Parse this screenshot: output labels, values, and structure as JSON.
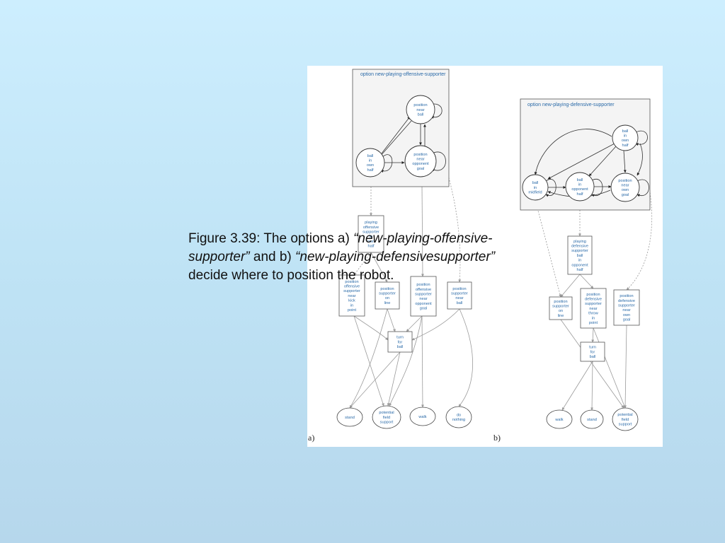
{
  "panel_a": {
    "label": "a)",
    "cluster_title": "option new-playing-offensive-supporter",
    "states": [
      {
        "key": "pos_near_ball",
        "lines": [
          "position",
          "near",
          "ball"
        ]
      },
      {
        "key": "ball_own_half",
        "lines": [
          "ball",
          "in",
          "own",
          "half"
        ]
      },
      {
        "key": "pos_near_opp_goal",
        "lines": [
          "position",
          "near",
          "opponent",
          "goal"
        ]
      }
    ],
    "options": [
      {
        "key": "playing_off_sup",
        "lines": [
          "playing",
          "offensive",
          "supporter",
          "in",
          "own",
          "half"
        ]
      },
      {
        "key": "pos_off_sup_kick",
        "lines": [
          "position",
          "offensive",
          "supporter",
          "near",
          "kick",
          "in",
          "point"
        ]
      },
      {
        "key": "pos_sup_line",
        "lines": [
          "position",
          "supporter",
          "on",
          "line"
        ]
      },
      {
        "key": "pos_off_sup_opp",
        "lines": [
          "position",
          "offensive",
          "supporter",
          "near",
          "opponent",
          "goal"
        ]
      },
      {
        "key": "pos_sup_near_ball",
        "lines": [
          "position",
          "supporter",
          "near",
          "ball"
        ]
      },
      {
        "key": "turn_for_ball",
        "lines": [
          "turn",
          "for",
          "ball"
        ]
      }
    ],
    "actions": [
      {
        "key": "stand",
        "lines": [
          "stand"
        ]
      },
      {
        "key": "pot_field",
        "lines": [
          "potential",
          "field",
          "support"
        ]
      },
      {
        "key": "walk",
        "lines": [
          "walk"
        ]
      },
      {
        "key": "do_nothing",
        "lines": [
          "do",
          "nothing"
        ]
      }
    ]
  },
  "panel_b": {
    "label": "b)",
    "cluster_title": "option new-playing-defensive-supporter",
    "states": [
      {
        "key": "ball_own_half",
        "lines": [
          "ball",
          "in",
          "own",
          "half"
        ]
      },
      {
        "key": "ball_midfield",
        "lines": [
          "ball",
          "in",
          "midfield"
        ]
      },
      {
        "key": "ball_opp_half",
        "lines": [
          "ball",
          "in",
          "opponent",
          "half"
        ]
      },
      {
        "key": "pos_near_own_goal",
        "lines": [
          "position",
          "near",
          "own",
          "goal"
        ]
      }
    ],
    "options": [
      {
        "key": "playing_def_sup",
        "lines": [
          "playing",
          "defensive",
          "supporter",
          "ball",
          "in",
          "opponent",
          "half"
        ]
      },
      {
        "key": "pos_sup_line",
        "lines": [
          "position",
          "supporter",
          "on",
          "line"
        ]
      },
      {
        "key": "pos_def_sup_throw",
        "lines": [
          "position",
          "defensive",
          "supporter",
          "near",
          "throw",
          "in",
          "point"
        ]
      },
      {
        "key": "pos_def_sup_goal",
        "lines": [
          "position",
          "defensive",
          "supporter",
          "near",
          "own",
          "goal"
        ]
      },
      {
        "key": "turn_for_ball",
        "lines": [
          "turn",
          "for",
          "ball"
        ]
      }
    ],
    "actions": [
      {
        "key": "walk",
        "lines": [
          "walk"
        ]
      },
      {
        "key": "stand",
        "lines": [
          "stand"
        ]
      },
      {
        "key": "pot_field",
        "lines": [
          "potential",
          "field",
          "support"
        ]
      }
    ]
  },
  "caption": {
    "part1": "Figure 3.39: The options a) ",
    "option_a": "“new-playing-offensive-supporter”",
    "part2": " and b) ",
    "option_b": "“new-playing-defensivesupporter”",
    "part3": " decide where to position the robot."
  }
}
